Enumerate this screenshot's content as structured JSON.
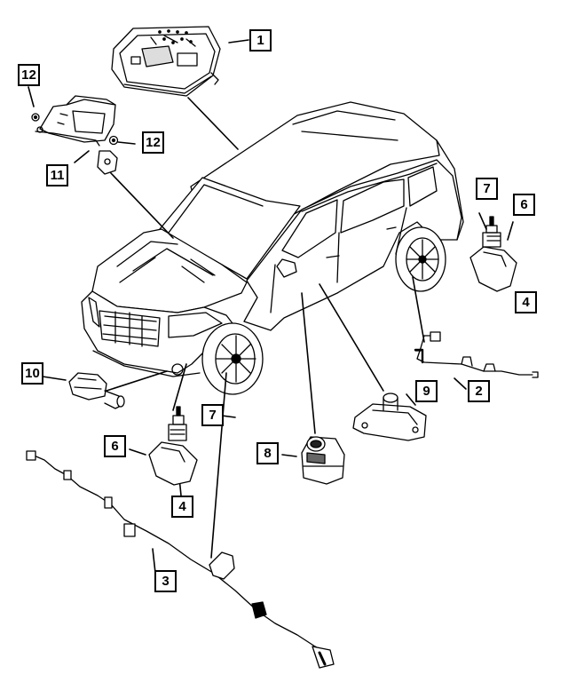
{
  "callouts": [
    {
      "id": "c1",
      "label": "1"
    },
    {
      "id": "c2",
      "label": "2"
    },
    {
      "id": "c3",
      "label": "3"
    },
    {
      "id": "c4a",
      "label": "4"
    },
    {
      "id": "c4b",
      "label": "4"
    },
    {
      "id": "c6a",
      "label": "6"
    },
    {
      "id": "c6b",
      "label": "6"
    },
    {
      "id": "c7a",
      "label": "7"
    },
    {
      "id": "c7b",
      "label": "7"
    },
    {
      "id": "c8",
      "label": "8"
    },
    {
      "id": "c9",
      "label": "9"
    },
    {
      "id": "c10",
      "label": "10"
    },
    {
      "id": "c11",
      "label": "11"
    },
    {
      "id": "c12a",
      "label": "12"
    },
    {
      "id": "c12b",
      "label": "12"
    }
  ]
}
